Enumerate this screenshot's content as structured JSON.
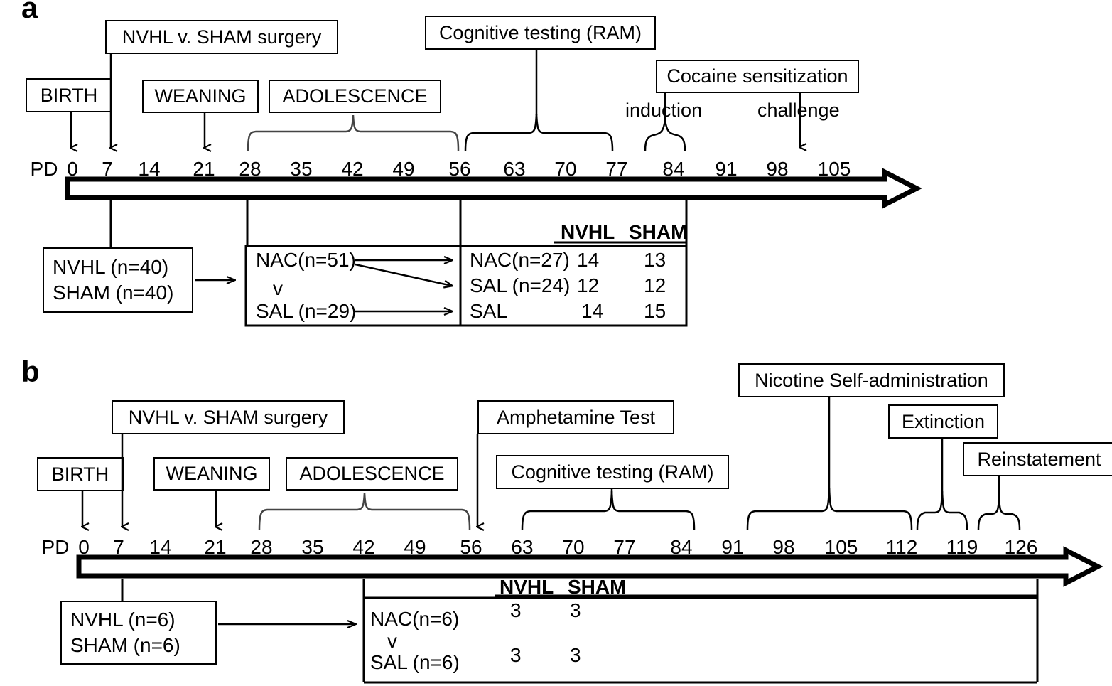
{
  "figure": {
    "panels": [
      {
        "letter": "a",
        "timeline": {
          "prefix": "PD",
          "ticks": [
            0,
            7,
            14,
            21,
            28,
            35,
            42,
            49,
            56,
            63,
            70,
            77,
            84,
            91,
            98,
            105
          ]
        },
        "event_boxes": [
          {
            "label": "NVHL v. SHAM surgery"
          },
          {
            "label": "BIRTH"
          },
          {
            "label": "WEANING"
          },
          {
            "label": "ADOLESCENCE"
          },
          {
            "label": "Cognitive testing (RAM)"
          },
          {
            "label": "Cocaine sensitization"
          }
        ],
        "sub_labels": [
          {
            "label": "induction"
          },
          {
            "label": "challenge"
          }
        ],
        "cohort_box": {
          "lines": [
            "NVHL (n=40)",
            "SHAM (n=40)"
          ]
        },
        "treatment_box": {
          "lines": [
            "NAC(n=51)",
            "v",
            "SAL (n=29)"
          ]
        },
        "results_table": {
          "headers": [
            "NVHL",
            "SHAM"
          ],
          "rows": [
            {
              "group": "NAC(n=27)",
              "nvhl": "14",
              "sham": "13"
            },
            {
              "group": "SAL (n=24)",
              "nvhl": "12",
              "sham": "12"
            },
            {
              "group": "SAL",
              "nvhl": "14",
              "sham": "15"
            }
          ]
        }
      },
      {
        "letter": "b",
        "timeline": {
          "prefix": "PD",
          "ticks": [
            0,
            7,
            14,
            21,
            28,
            35,
            42,
            49,
            56,
            63,
            70,
            77,
            84,
            91,
            98,
            105,
            112,
            119,
            126
          ]
        },
        "event_boxes": [
          {
            "label": "NVHL v. SHAM surgery"
          },
          {
            "label": "BIRTH"
          },
          {
            "label": "WEANING"
          },
          {
            "label": "ADOLESCENCE"
          },
          {
            "label": "Amphetamine Test"
          },
          {
            "label": "Cognitive testing (RAM)"
          },
          {
            "label": "Nicotine Self-administration"
          },
          {
            "label": "Extinction"
          },
          {
            "label": "Reinstatement"
          }
        ],
        "cohort_box": {
          "lines": [
            "NVHL (n=6)",
            "SHAM (n=6)"
          ]
        },
        "results_table": {
          "headers": [
            "NVHL",
            "SHAM"
          ],
          "rows": [
            {
              "group": "NAC(n=6)",
              "nvhl": "3",
              "sham": "3"
            },
            {
              "group": "v",
              "nvhl": "",
              "sham": ""
            },
            {
              "group": "SAL (n=6)",
              "nvhl": "3",
              "sham": "3"
            }
          ]
        }
      }
    ]
  }
}
